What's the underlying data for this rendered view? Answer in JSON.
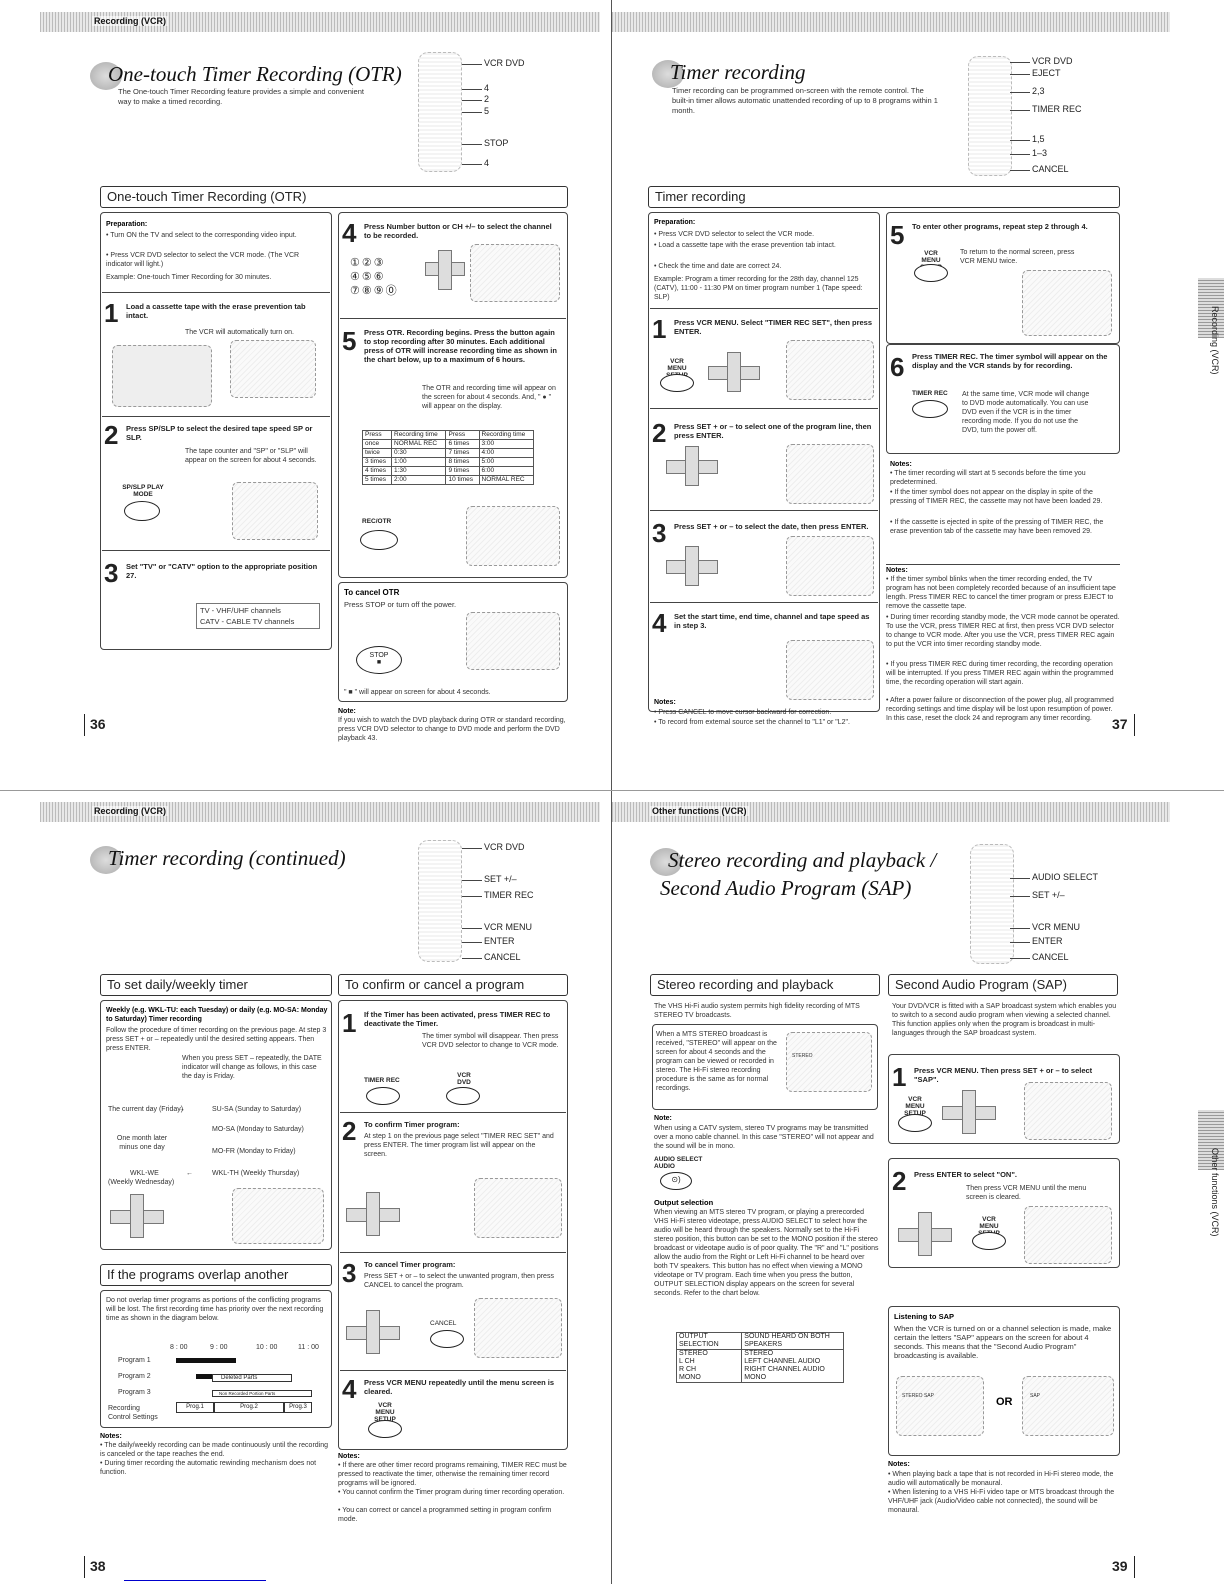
{
  "p36": {
    "header": "Recording (VCR)",
    "title": "One-touch Timer Recording (OTR)",
    "intro": "The One-touch Timer Recording feature provides a simple and convenient way to make a timed recording.",
    "remote_labels": [
      "VCR DVD",
      "4",
      "2",
      "5",
      "STOP",
      "4"
    ],
    "section": "One-touch Timer Recording (OTR)",
    "prep_title": "Preparation:",
    "prep_items": [
      "Turn ON the TV and select to the corresponding video input.",
      "Press VCR DVD selector to select the VCR mode. (The VCR indicator will light.)"
    ],
    "example": "Example: One-touch Timer Recording for 30 minutes.",
    "s1_head": "Load a cassette tape with the erase prevention tab intact.",
    "s1_text": "The VCR will automatically turn on.",
    "s2_head": "Press SP/SLP to select the desired tape speed SP or SLP.",
    "s2_text": "The tape counter and \"SP\" or \"SLP\" will appear on the screen for about 4 seconds.",
    "s2_btn": "SP/SLP PLAY MODE",
    "s3_head": "Set \"TV\" or \"CATV\" option to the appropriate position 27.",
    "s3_tv": "TV    - VHF/UHF channels",
    "s3_catv": "CATV - CABLE TV channels",
    "s4_head": "Press Number button or CH +/– to select the channel to be recorded.",
    "s5_head": "Press OTR. Recording begins. Press the button again to stop recording after 30 minutes. Each additional press of OTR will increase recording time as shown in the chart below, up to a maximum of 6 hours.",
    "s5_text": "The OTR and recording time will appear on the screen for about 4 seconds. And, \" ● \" will appear on the display.",
    "otr_table": {
      "header": [
        "Press",
        "Recording time",
        "Press",
        "Recording time"
      ],
      "rows": [
        [
          "once",
          "NORMAL REC",
          "6 times",
          "3:00"
        ],
        [
          "twice",
          "0:30",
          "7 times",
          "4:00"
        ],
        [
          "3 times",
          "1:00",
          "8 times",
          "5:00"
        ],
        [
          "4 times",
          "1:30",
          "9 times",
          "6:00"
        ],
        [
          "5 times",
          "2:00",
          "10 times",
          "NORMAL REC"
        ]
      ]
    },
    "rec_btn": "REC/OTR",
    "cancel_head": "To cancel OTR",
    "cancel_text": "Press STOP or turn off the power.",
    "stop_btn": "STOP",
    "stop_note": "\" ■ \" will appear on screen for about 4 seconds.",
    "note_head": "Note:",
    "note_text": "If you wish to watch the DVD playback during OTR or standard recording, press VCR DVD selector to change to DVD mode and perform the DVD playback 43.",
    "page": "36"
  },
  "p37": {
    "title": "Timer recording",
    "intro": "Timer recording can be programmed on-screen with the remote control. The built-in timer allows automatic unattended recording of up to 8 programs within 1 month.",
    "remote_labels": [
      "VCR DVD",
      "EJECT",
      "2,3",
      "TIMER REC",
      "1,5",
      "1–3",
      "CANCEL"
    ],
    "section": "Timer recording",
    "prep_title": "Preparation:",
    "prep_items": [
      "Press VCR DVD selector to select the VCR mode.",
      "Load a cassette tape with the erase prevention tab intact.",
      "Check the time and date are correct 24."
    ],
    "example": "Example: Program a timer recording for the 28th day, channel 125 (CATV), 11:00 - 11:30 PM on timer program number 1 (Tape speed: SLP)",
    "s1_head": "Press VCR MENU. Select \"TIMER REC SET\", then press ENTER.",
    "s1_btn": "VCR MENU SETUP",
    "s2_head": "Press SET + or – to select one of the program line, then press ENTER.",
    "s3_head": "Press SET + or – to select the date, then press ENTER.",
    "s4_head": "Set the start time, end time, channel and tape speed as in step 3.",
    "notes_head": "Notes:",
    "notes_left": [
      "Press CANCEL to move cursor backward for correction.",
      "To record from external source set the channel to \"L1\" or \"L2\"."
    ],
    "s5_head": "To enter other programs, repeat step 2 through 4.",
    "s5_text": "To return to the normal screen, press VCR MENU twice.",
    "s6_head": "Press TIMER REC. The timer symbol will appear on the display and the VCR stands by for recording.",
    "s6_btn": "TIMER REC",
    "s6_text": "At the same time, VCR mode will change to DVD mode automatically. You can use DVD even if the VCR is in the timer recording mode. If you do not use the DVD, turn the power off.",
    "notes2": [
      "The timer recording will start at 5 seconds before the time you predetermined.",
      "If the timer symbol does not appear on the display in spite of the pressing of TIMER REC, the cassette may not have been loaded 29.",
      "If the cassette is ejected in spite of the pressing of TIMER REC, the erase prevention tab of the cassette may have been removed 29."
    ],
    "notes3": [
      "If the timer symbol blinks when the timer recording ended, the TV program has not been completely recorded because of an insufficient tape length. Press TIMER REC to cancel the timer program or press EJECT to remove the cassette tape.",
      "During timer recording standby mode, the VCR mode cannot be operated. To use the VCR, press TIMER REC at first, then press VCR DVD selector to change to VCR mode. After you use the VCR, press TIMER REC again to put the VCR into timer recording standby mode.",
      "If you press TIMER REC during timer recording, the recording operation will be interrupted. If you press TIMER REC again within the programmed time, the recording operation will start again.",
      "After a power failure or disconnection of the power plug, all programmed recording settings and time display will be lost upon resumption of power. In this case, reset the clock 24 and reprogram any timer recording."
    ],
    "side": "Recording (VCR)",
    "page": "37"
  },
  "p38": {
    "header": "Recording (VCR)",
    "title": "Timer recording (continued)",
    "remote_labels": [
      "VCR DVD",
      "SET +/–",
      "TIMER REC",
      "VCR MENU",
      "ENTER",
      "CANCEL"
    ],
    "secA": "To set daily/weekly timer",
    "a_head": "Weekly (e.g. WKL-TU: each Tuesday) or daily (e.g. MO-SA: Monday to Saturday) Timer recording",
    "a_text": "Follow the procedure of timer recording on the previous page. At step 3 press SET + or – repeatedly until the desired setting appears. Then press ENTER.",
    "a_text2": "When you press SET – repeatedly, the DATE indicator will change as follows, in this case the day is Friday.",
    "cycle": [
      "The current day (Friday)",
      "SU-SA (Sunday to Saturday)",
      "MO-SA (Monday to Saturday)",
      "One month later minus one day",
      "MO-FR (Monday to Friday)",
      "WKL-WE",
      "WKL-TH (Weekly Thursday)",
      "(Weekly Wednesday)"
    ],
    "secB": "If the programs overlap another",
    "b_text": "Do not overlap timer programs as portions of the conflicting programs will be lost. The first recording time has priority over the next recording time as shown in the diagram below.",
    "b_times": [
      "8 : 00",
      "9 : 00",
      "10 : 00",
      "11 : 00"
    ],
    "b_rows": [
      "Program 1",
      "Program 2",
      "Program 3",
      "Recording Control Settings"
    ],
    "b_parts": [
      "Deleted Parts",
      "Non Recorded Portion Parts",
      "Prog.1",
      "Prog.2",
      "Prog.3"
    ],
    "notes_head": "Notes:",
    "notesA": [
      "The daily/weekly recording can be made continuously until the recording is canceled or the tape reaches the end.",
      "During timer recording the automatic rewinding mechanism does not function."
    ],
    "secC": "To confirm or cancel a program",
    "c1_head": "If the Timer has been activated, press TIMER REC to deactivate the Timer.",
    "c1_text": "The timer symbol will disappear. Then press VCR DVD selector to change to VCR mode.",
    "c1_btn1": "TIMER REC",
    "c1_btn2": "VCR DVD",
    "c2_head": "To confirm Timer program:",
    "c2_text": "At step 1 on the previous page select \"TIMER REC SET\" and press ENTER. The timer program list will appear on the screen.",
    "c3_head": "To cancel Timer program:",
    "c3_text": "Press SET + or – to select the unwanted program, then press CANCEL to cancel the program.",
    "c3_btn": "CANCEL",
    "c4_head": "Press VCR MENU repeatedly until the menu screen is cleared.",
    "c4_btn": "VCR MENU SETUP",
    "notesC": [
      "If there are other timer record programs remaining, TIMER REC must be pressed to reactivate the timer, otherwise the remaining timer record programs will be ignored.",
      "You cannot confirm the Timer program during timer recording operation.",
      "You can correct or cancel a programmed setting in program confirm mode."
    ],
    "page": "38"
  },
  "p39": {
    "header": "Other functions (VCR)",
    "title1": "Stereo recording and playback /",
    "title2": "Second Audio Program (SAP)",
    "remote_labels": [
      "AUDIO SELECT",
      "SET +/–",
      "VCR MENU",
      "ENTER",
      "CANCEL"
    ],
    "secA": "Stereo recording and playback",
    "a_text": "The VHS Hi-Fi audio system permits high fidelity recording of MTS STEREO TV broadcasts.",
    "a_box": "When a MTS STEREO broadcast is received, \"STEREO\" will appear on the screen for about 4 seconds and the program can be viewed or recorded in stereo. The Hi-Fi stereo recording procedure is the same as for normal recordings.",
    "stereo_label": "STEREO",
    "note_head": "Note:",
    "note_text": "When using a CATV system, stereo TV programs may be transmitted over a mono cable channel. In this case \"STEREO\" will not appear and the sound will be in mono.",
    "audio_btn": "AUDIO SELECT AUDIO",
    "out_head": "Output selection",
    "out_text": "When viewing an MTS stereo TV program, or playing a prerecorded VHS Hi-Fi stereo videotape, press AUDIO SELECT to select how the audio will be heard through the speakers. Normally set to the Hi-Fi stereo position, this button can be set to the MONO position if the stereo broadcast or videotape audio is of poor quality. The \"R\" and \"L\" positions allow the audio from the Right or Left Hi-Fi channel to be heard over both TV speakers. This button has no effect when viewing a MONO videotape or TV program. Each time when you press the button, OUTPUT SELECTION display appears on the screen for several seconds. Refer to the chart below.",
    "out_table": [
      [
        "OUTPUT SELECTION",
        "SOUND HEARD ON BOTH SPEAKERS"
      ],
      [
        "STEREO",
        "STEREO"
      ],
      [
        "L CH",
        "LEFT CHANNEL AUDIO"
      ],
      [
        "R CH",
        "RIGHT CHANNEL AUDIO"
      ],
      [
        "MONO",
        "MONO"
      ]
    ],
    "secB": "Second Audio Program (SAP)",
    "b_text": "Your DVD/VCR is fitted with a SAP broadcast system which enables you to switch to a second audio program when viewing a selected channel. This function applies only when the program is broadcast in multi-languages through the SAP broadcast system.",
    "b1_head": "Press VCR MENU. Then press SET + or – to select \"SAP\".",
    "b1_btn": "VCR MENU SETUP",
    "b2_head": "Press ENTER to select \"ON\".",
    "b2_text": "Then press VCR MENU until the menu screen is cleared.",
    "b2_btn": "VCR MENU SETUP",
    "listen_head": "Listening to SAP",
    "listen_text": "When the VCR is turned on or a channel selection is made, make certain the letters \"SAP\" appears on the screen for about 4 seconds. This means that the \"Second Audio Program\" broadcasting is available.",
    "or": "OR",
    "scr1": "STEREO SAP",
    "scr2": "SAP",
    "notes_head": "Notes:",
    "notes": [
      "When playing back a tape that is not recorded in Hi-Fi stereo mode, the audio will automatically be monaural.",
      "When listening to a VHS Hi-Fi video tape or MTS broadcast through the VHF/UHF jack (Audio/Video cable not connected), the sound will be monaural."
    ],
    "side": "Other functions (VCR)",
    "page": "39"
  }
}
